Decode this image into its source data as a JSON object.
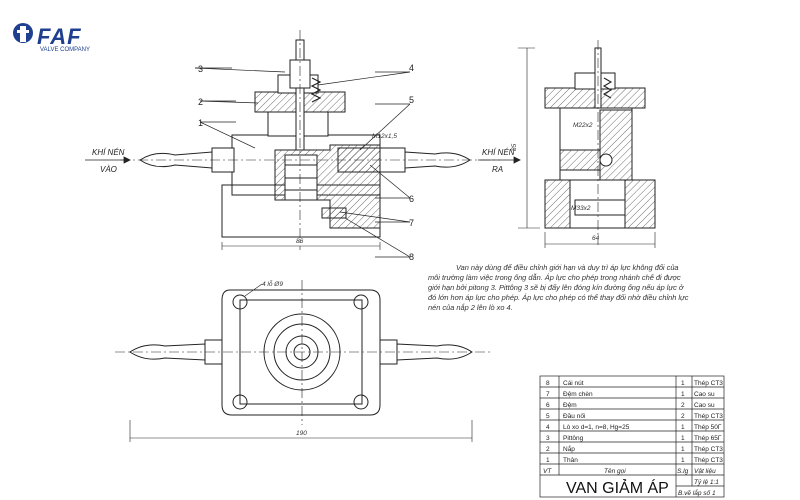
{
  "logo": {
    "brand": "FAF",
    "tagline": "VALVE COMPANY"
  },
  "callouts": [
    "1",
    "2",
    "3",
    "4",
    "5",
    "6",
    "7",
    "8"
  ],
  "flow": {
    "inlet_top": "KHÍ NÉN",
    "inlet_bottom": "VÀO",
    "outlet_top": "KHÍ NÉN",
    "outlet_bottom": "RA"
  },
  "dimensions": {
    "thread_main": "M12x1,5",
    "side_width": "86",
    "side_height": "85",
    "section_width": "64",
    "thread_top": "M22x2",
    "thread_bottom": "M33x2",
    "holes": "4 lỗ Ø9",
    "plan_width": "190"
  },
  "description": "Van này dùng để điều chỉnh giới hạn và duy trì áp lực không đổi của môi trường làm việc trong ống dẫn. Áp lực cho phép trong nhánh chế đi được giới hạn bởi pitong 3. Pittông 3 sẽ bị đẩy lên đóng kín đường ống nếu áp lực ở đó lớn hơn áp lực cho phép. Áp lực cho phép có thể thay đổi nhờ điều chỉnh lực nén của nắp 2 lên lò xo 4.",
  "parts": [
    {
      "no": "8",
      "name": "Cái nút",
      "qty": "1",
      "material": "Thép CT3"
    },
    {
      "no": "7",
      "name": "Đệm chèn",
      "qty": "1",
      "material": "Cao su"
    },
    {
      "no": "6",
      "name": "Đệm",
      "qty": "2",
      "material": "Cao su"
    },
    {
      "no": "5",
      "name": "Đầu nối",
      "qty": "2",
      "material": "Thép CT3"
    },
    {
      "no": "4",
      "name": "Lò xo d=1, n=8, Hg=25",
      "qty": "1",
      "material": "Thép 50Г"
    },
    {
      "no": "3",
      "name": "Pittông",
      "qty": "1",
      "material": "Thép 65Г"
    },
    {
      "no": "2",
      "name": "Nắp",
      "qty": "1",
      "material": "Thép CT3"
    },
    {
      "no": "1",
      "name": "Thân",
      "qty": "1",
      "material": "Thép CT3"
    }
  ],
  "table_header": {
    "no": "VT",
    "name": "Tên gọi",
    "qty": "S.lg",
    "material": "Vật liệu"
  },
  "title_block": {
    "title": "VAN GIẢM ÁP",
    "scale": "Tỷ lệ 1:1",
    "sheet": "B.vẽ lắp số 1"
  }
}
